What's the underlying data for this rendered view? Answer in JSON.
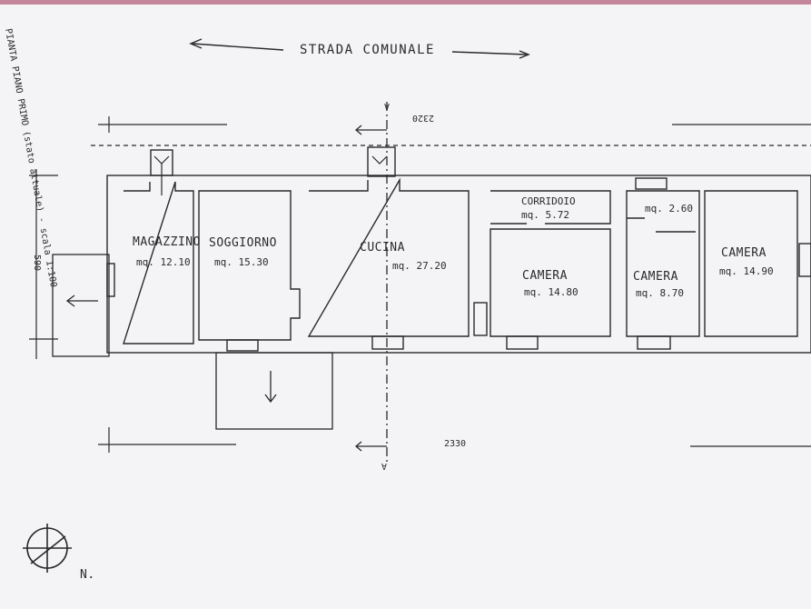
{
  "street": "STRADA COMUNALE",
  "side_note": "PIANTA PIANO PRIMO (stato attuale) - scala 1:100",
  "north_label": "N.",
  "section_marker": "A",
  "dimensions": {
    "length_bottom": "2330",
    "length_top": "2320",
    "depth_left": "590"
  },
  "rooms": [
    {
      "name": "MAGAZZINO",
      "area": "mq. 12.10"
    },
    {
      "name": "SOGGIORNO",
      "area": "mq. 15.30"
    },
    {
      "name": "CUCINA",
      "area": "mq. 27.20"
    },
    {
      "name": "CORRIDOIO",
      "area": "mq. 5.72"
    },
    {
      "name": "CAMERA",
      "area": "mq. 14.80"
    },
    {
      "name": "",
      "area": "mq. 2.60"
    },
    {
      "name": "CAMERA",
      "area": "mq. 8.70"
    },
    {
      "name": "CAMERA",
      "area": "mq. 14.90"
    }
  ],
  "colors": {
    "ink": "#2a2a2a",
    "paper": "#f4f3f6",
    "edge": "#c4869a"
  }
}
